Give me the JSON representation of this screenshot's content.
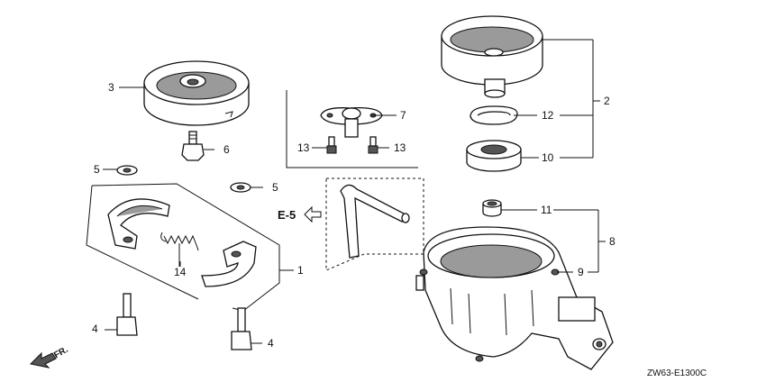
{
  "labels": {
    "p1": "1",
    "p2": "2",
    "p3": "3",
    "p4a": "4",
    "p4b": "4",
    "p5a": "5",
    "p5b": "5",
    "p6": "6",
    "p7": "7",
    "p8": "8",
    "p9": "9",
    "p10": "10",
    "p11": "11",
    "p12": "12",
    "p13a": "13",
    "p13b": "13",
    "p14": "14"
  },
  "ref": "E-5",
  "direction": "FR.",
  "code": "ZW63-E1300C"
}
